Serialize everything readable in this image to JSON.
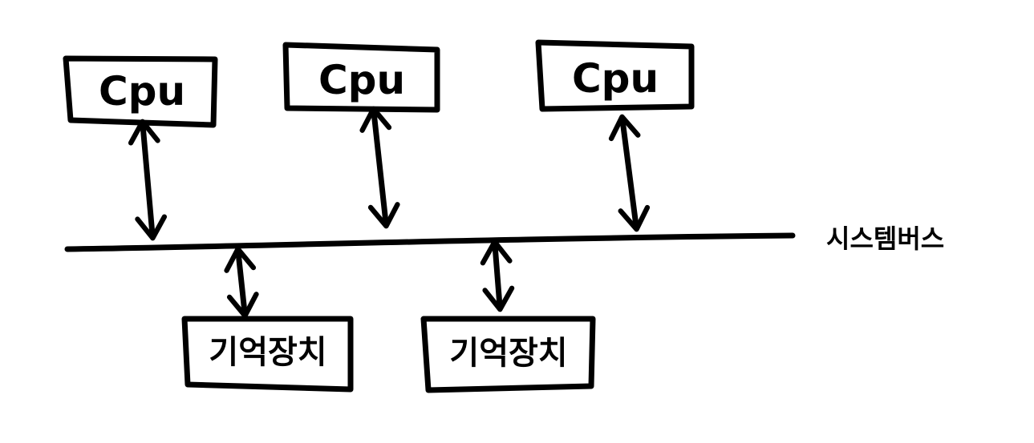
{
  "diagram": {
    "cpus": [
      {
        "label": "Cpu"
      },
      {
        "label": "Cpu"
      },
      {
        "label": "Cpu"
      }
    ],
    "memories": [
      {
        "label": "기억장치"
      },
      {
        "label": "기억장치"
      }
    ],
    "bus_label": "시스템버스"
  }
}
